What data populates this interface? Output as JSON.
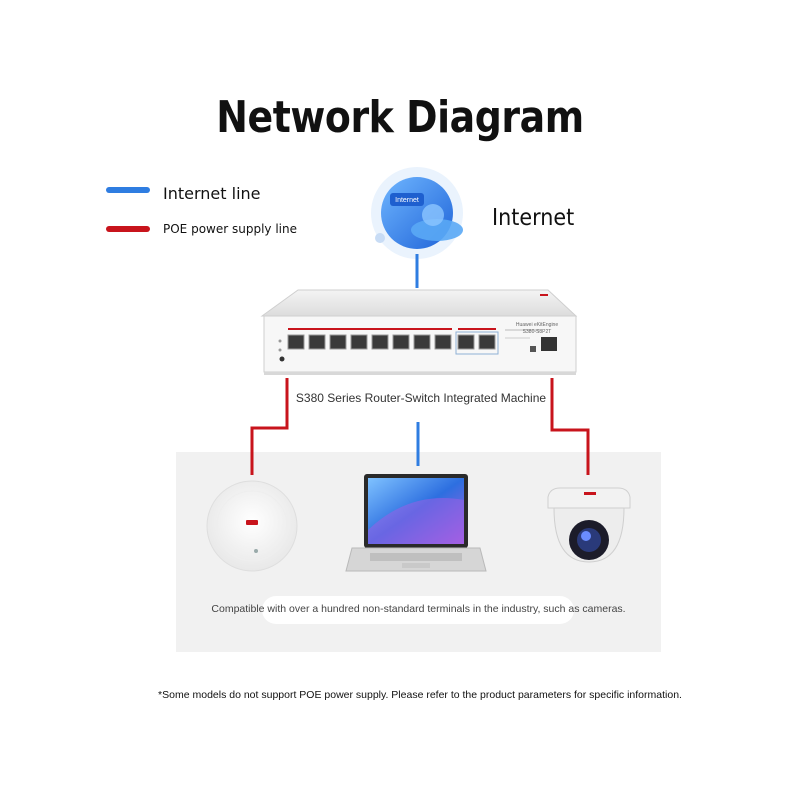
{
  "title": "Network Diagram",
  "legend": {
    "items": [
      {
        "label": "Internet line",
        "color": "#2f7de1"
      },
      {
        "label": "POE power supply line",
        "color": "#c8141c"
      }
    ]
  },
  "internet": {
    "label": "Internet",
    "badge": "Internet"
  },
  "switch": {
    "caption": "S380 Series Router-Switch Integrated Machine",
    "model": "S380-S8P2T",
    "brand": "Huawei eKitEngine"
  },
  "terminals": {
    "compat_text": "Compatible with over a hundred non-standard terminals in the industry, such as cameras."
  },
  "footnote": "*Some models do not support POE power supply. Please refer to the product parameters for specific information.",
  "colors": {
    "internet_line": "#2f7de1",
    "poe_line": "#c8141c",
    "panel_bg": "#f1f1f1"
  },
  "icons": [
    "cloud-icon",
    "switch-device",
    "access-point-icon",
    "laptop-icon",
    "camera-icon"
  ]
}
